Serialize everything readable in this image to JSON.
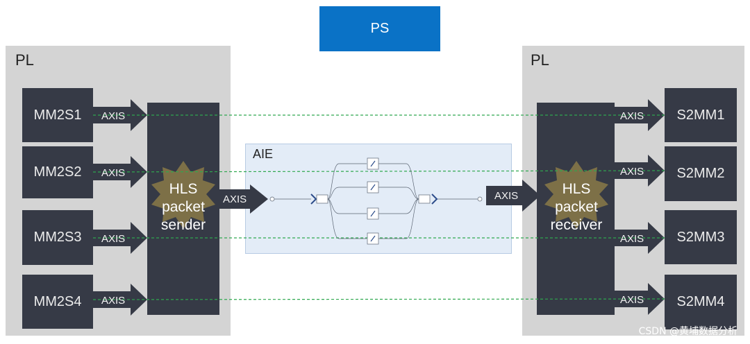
{
  "ps": {
    "label": "PS"
  },
  "pl_left": {
    "label": "PL"
  },
  "pl_right": {
    "label": "PL"
  },
  "aie": {
    "label": "AIE"
  },
  "sources": [
    "MM2S1",
    "MM2S2",
    "MM2S3",
    "MM2S4"
  ],
  "sinks": [
    "S2MM1",
    "S2MM2",
    "S2MM3",
    "S2MM4"
  ],
  "axis_label": "AXIS",
  "hls_sender": {
    "lines": [
      "HLS",
      "packet",
      "sender"
    ]
  },
  "hls_receiver": {
    "lines": [
      "HLS",
      "packet",
      "receiver"
    ]
  },
  "watermark": "CSDN @黄埔数据分析",
  "colors": {
    "ps_blue": "#0a72c6",
    "pl_gray": "#d4d4d4",
    "dark_block": "#363a46",
    "starburst": "#7d7047",
    "dashed_line": "#2fa84f",
    "aie_background": "#e3ecf7"
  }
}
